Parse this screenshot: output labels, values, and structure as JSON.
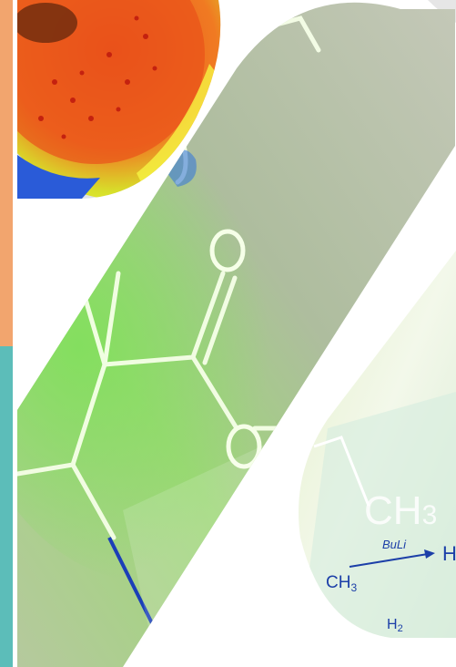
{
  "colors": {
    "strip_top": "#f2a56e",
    "strip_bottom": "#5cbdb9",
    "panel_green": "#8fd66a",
    "panel_grey": "#b8c2a6"
  },
  "formula": {
    "molecule_atom": "O",
    "molecule_atom_2": "O",
    "right_group": "CH",
    "right_group_sub": "3",
    "reagent": "BuLi",
    "reactant": "CH",
    "reactant_sub": "3",
    "product_fragment": "H",
    "bottom_fragment": "H",
    "bottom_sub": "2"
  }
}
